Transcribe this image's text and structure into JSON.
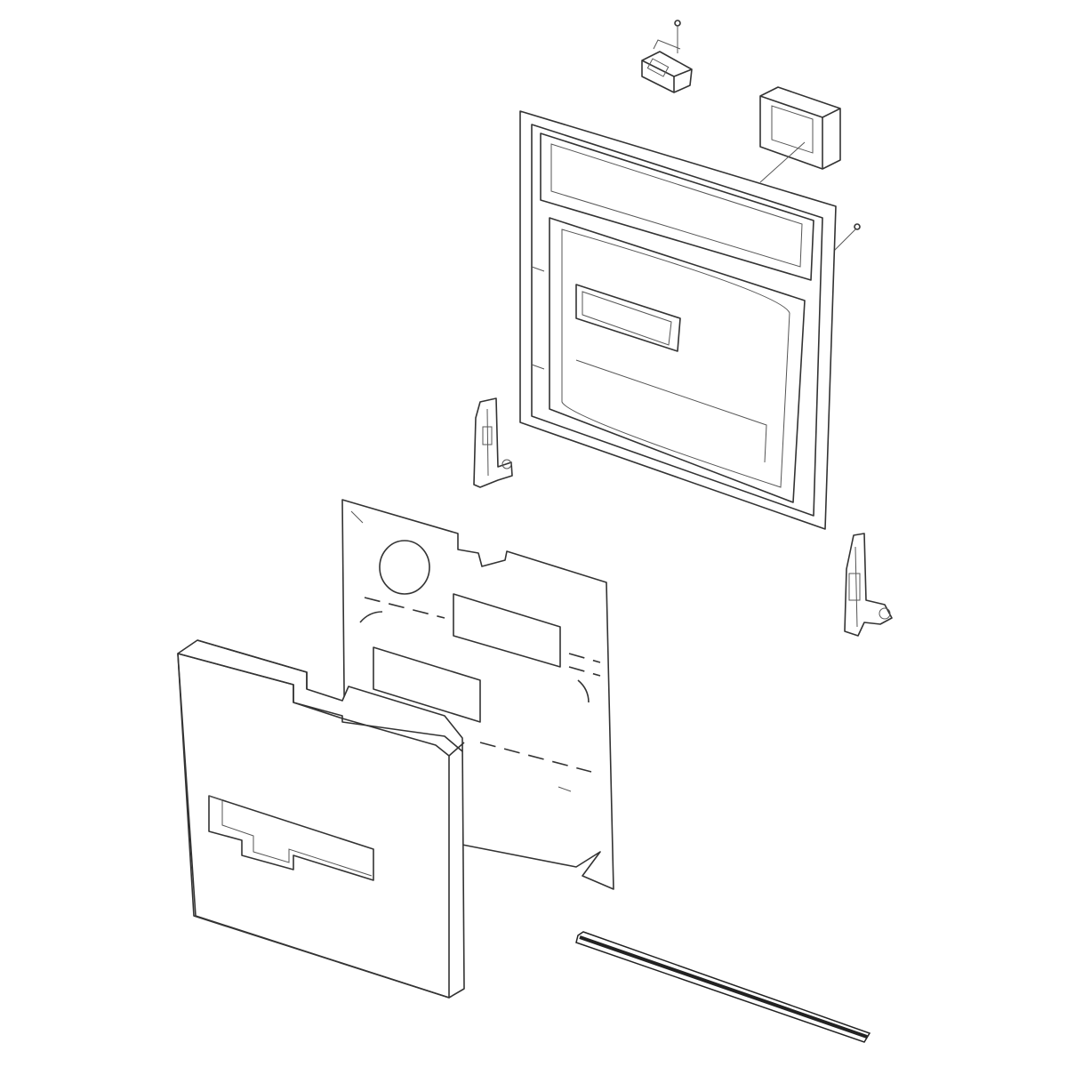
{
  "diagram": {
    "type": "exploded-parts-diagram",
    "colors": {
      "line": "#333333",
      "background": "#ffffff",
      "gasket": "#222222"
    },
    "parts": [
      {
        "id": "door-switch"
      },
      {
        "id": "control-board"
      },
      {
        "id": "inner-door-panel"
      },
      {
        "id": "left-hinge"
      },
      {
        "id": "right-hinge"
      },
      {
        "id": "insulation-sheet"
      },
      {
        "id": "foam-insulation-block"
      },
      {
        "id": "door-gasket-strip"
      },
      {
        "id": "screw-top"
      },
      {
        "id": "screw-right"
      }
    ]
  }
}
